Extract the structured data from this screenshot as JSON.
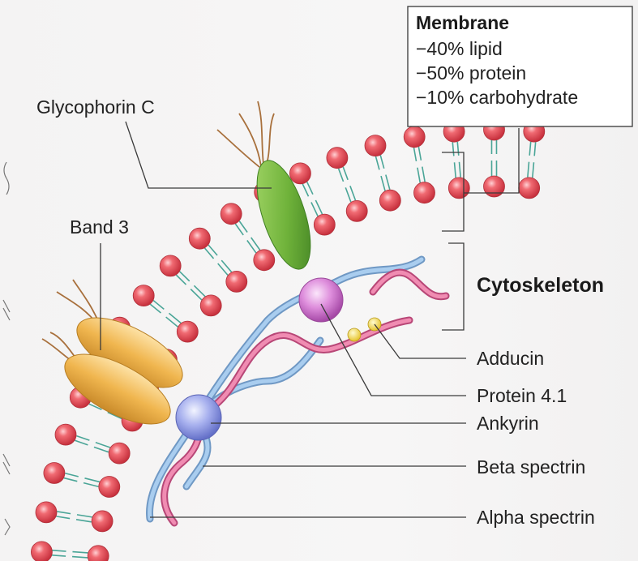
{
  "figure": {
    "membrane_box": {
      "title": "Membrane",
      "lines": [
        "−40% lipid",
        "−50% protein",
        "−10% carbohydrate"
      ]
    },
    "labels": {
      "glycophorin_c": "Glycophorin C",
      "band_3": "Band 3",
      "cytoskeleton": "Cytoskeleton",
      "adducin": "Adducin",
      "protein_4_1": "Protein 4.1",
      "ankyrin": "Ankyrin",
      "beta_spectrin": "Beta spectrin",
      "alpha_spectrin": "Alpha spectrin"
    },
    "colors": {
      "lipid_head": "#e8505a",
      "lipid_tail": "#4aa597",
      "glycophorin": "#6fb23a",
      "band3": "#eeb24e",
      "protein41": "#d882d6",
      "ankyrin": "#9da8ea",
      "adducin": "#f2d84a",
      "beta_spectrin": "#8fb7e0",
      "alpha_spectrin": "#e2739a",
      "carbohydrate": "#a8703c"
    }
  }
}
